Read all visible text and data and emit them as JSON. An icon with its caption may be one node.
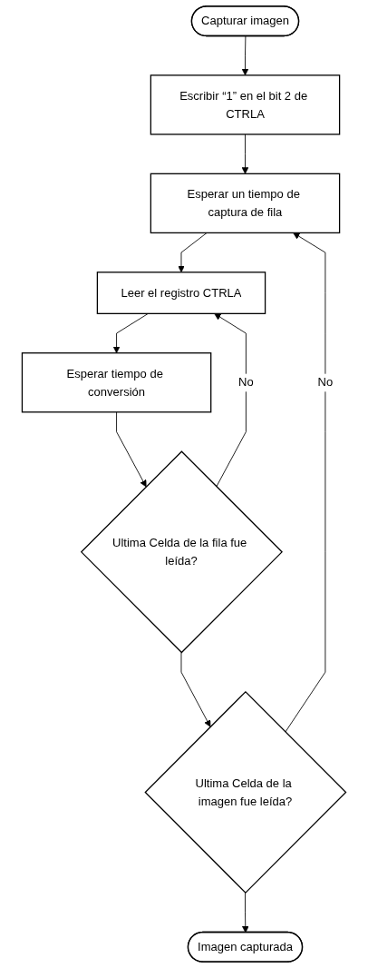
{
  "diagram": {
    "nodes": [
      {
        "text": [
          "Capturar imagen"
        ]
      },
      {
        "text": [
          "Escribir “1” en el bit 2 de CTRLA"
        ]
      },
      {
        "text": [
          "Esperar un tiempo de captura de fila"
        ]
      },
      {
        "text": [
          "Leer el registro CTRLA"
        ]
      },
      {
        "text": [
          "Esperar tiempo de conversión"
        ]
      },
      {
        "text": [
          "Ultima Celda de la fila fue leída?"
        ]
      },
      {
        "text": [
          "Ultima Celda de la imagen fue leída?"
        ]
      },
      {
        "text": [
          "Imagen capturada"
        ]
      }
    ],
    "edges": [
      {
        "from": 0,
        "to": 1,
        "arrow": "to"
      },
      {
        "from": 1,
        "to": 2,
        "arrow": "to"
      },
      {
        "from": 2,
        "to": 3,
        "arrow": "to"
      },
      {
        "from": 3,
        "to": 4,
        "arrow": "to"
      },
      {
        "from": 4,
        "to": 5,
        "arrow": "to"
      },
      {
        "from": 5,
        "to": 3,
        "arrow": "to",
        "label": "No"
      },
      {
        "from": 5,
        "to": 6,
        "arrow": "to"
      },
      {
        "from": 6,
        "to": 2,
        "arrow": "to",
        "label": "No"
      },
      {
        "from": 6,
        "to": 7,
        "arrow": "to"
      }
    ]
  }
}
